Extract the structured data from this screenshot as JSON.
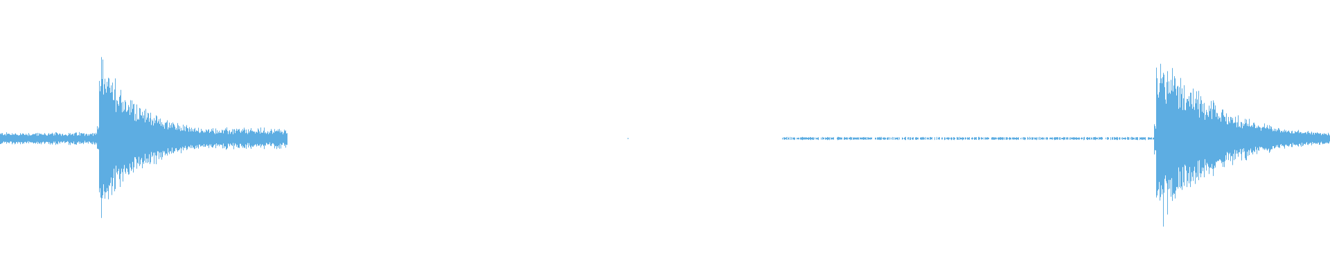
{
  "waveform": {
    "color": "#5dade2",
    "background": "#ffffff",
    "duration_fraction_note": "",
    "segments": [
      {
        "start": 0.0,
        "end": 0.074,
        "amp": 0.06
      },
      {
        "start": 0.074,
        "end": 0.216,
        "amp": 0.1
      },
      {
        "start": 0.588,
        "end": 0.87,
        "amp": 0.015
      },
      {
        "start": 0.87,
        "end": 1.0,
        "amp": 0.06
      }
    ],
    "transients": [
      {
        "position": 0.074,
        "peak": 0.86,
        "decay": 0.036
      },
      {
        "position": 0.869,
        "peak": 0.97,
        "decay": 0.045
      }
    ],
    "isolated_points": [
      0.472
    ]
  }
}
